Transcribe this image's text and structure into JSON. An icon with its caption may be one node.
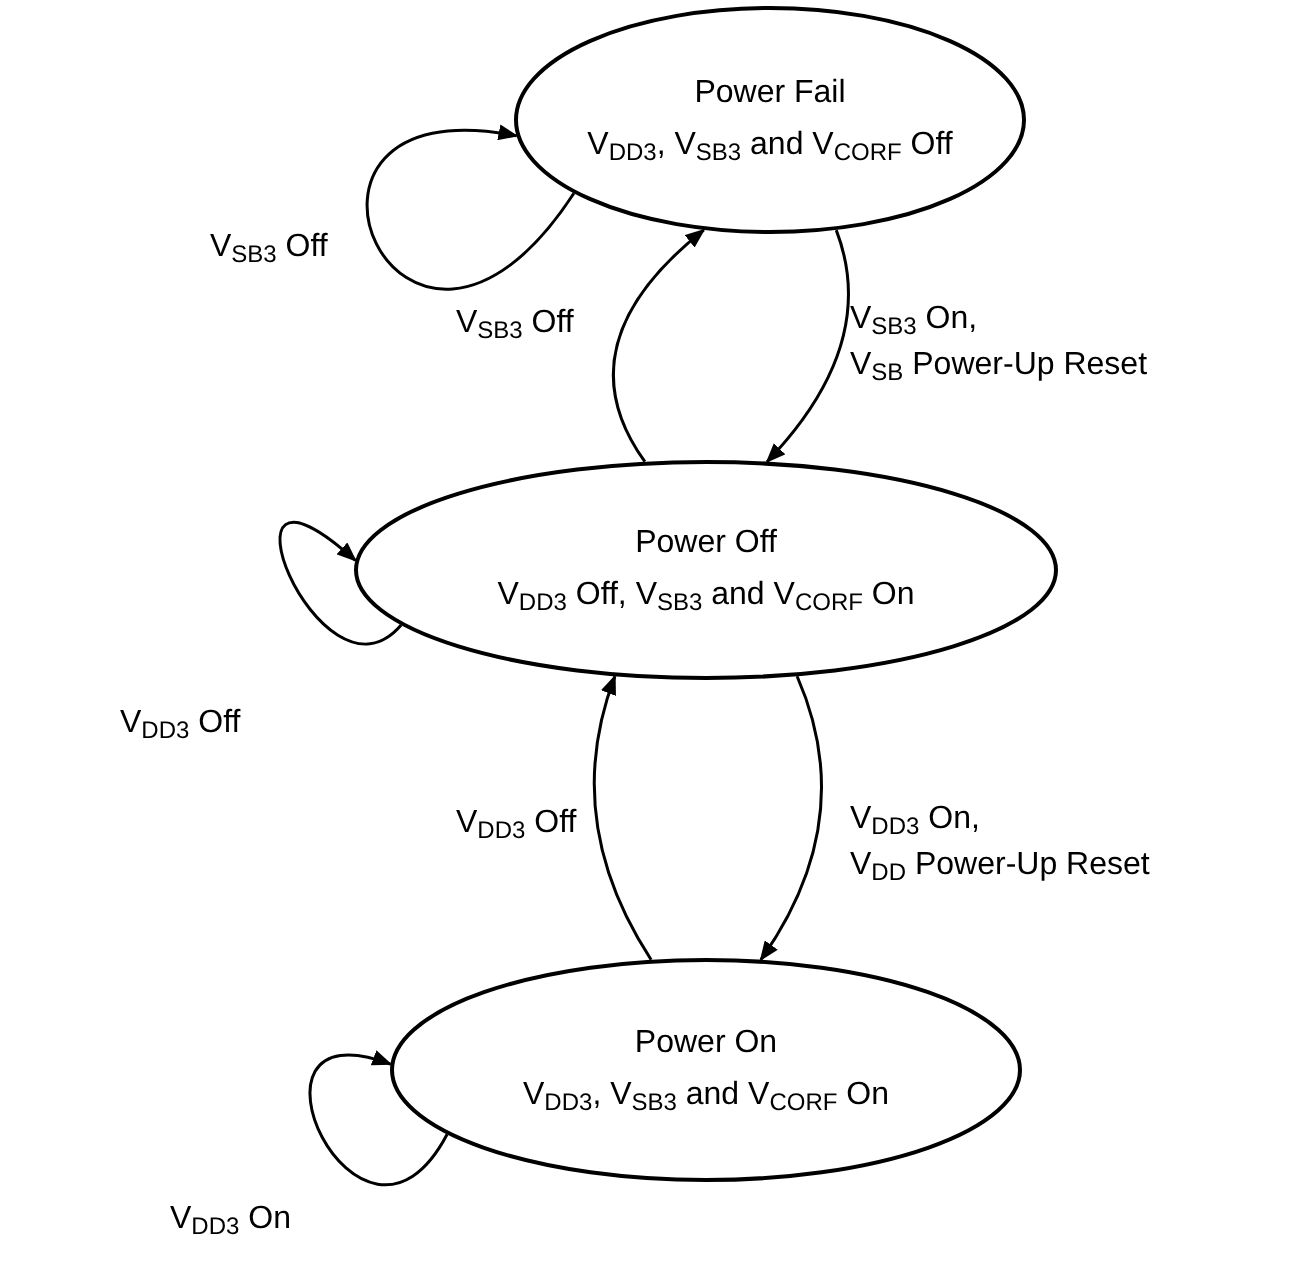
{
  "diagram": {
    "nodes": [
      {
        "text": [
          "Power Fail",
          "V$_{DD3}$, V$_{SB3}$ and V$_{CORF}$ Off"
        ]
      },
      {
        "text": [
          "Power Off",
          "V$_{DD3}$ Off, V$_{SB3}$ and V$_{CORF}$ On"
        ]
      },
      {
        "text": [
          "Power On",
          "V$_{DD3}$, V$_{SB3}$ and V$_{CORF}$ On"
        ]
      }
    ],
    "edges": [
      {
        "from": 0,
        "to": 0,
        "arrow": "to",
        "label": "V$_{SB3}$ Off"
      },
      {
        "from": 1,
        "to": 0,
        "arrow": "to",
        "label": "V$_{SB3}$ Off"
      },
      {
        "from": 0,
        "to": 1,
        "arrow": "to",
        "label": "V$_{SB3}$ On, V$_{SB}$ Power-Up Reset"
      },
      {
        "from": 1,
        "to": 1,
        "arrow": "to",
        "label": "V$_{DD3}$ Off"
      },
      {
        "from": 2,
        "to": 1,
        "arrow": "to",
        "label": "V$_{DD3}$ Off"
      },
      {
        "from": 1,
        "to": 2,
        "arrow": "to",
        "label": "V$_{DD3}$ On, V$_{DD}$ Power-Up Reset"
      },
      {
        "from": 2,
        "to": 2,
        "arrow": "to",
        "label": "V$_{DD3}$ On"
      }
    ]
  }
}
